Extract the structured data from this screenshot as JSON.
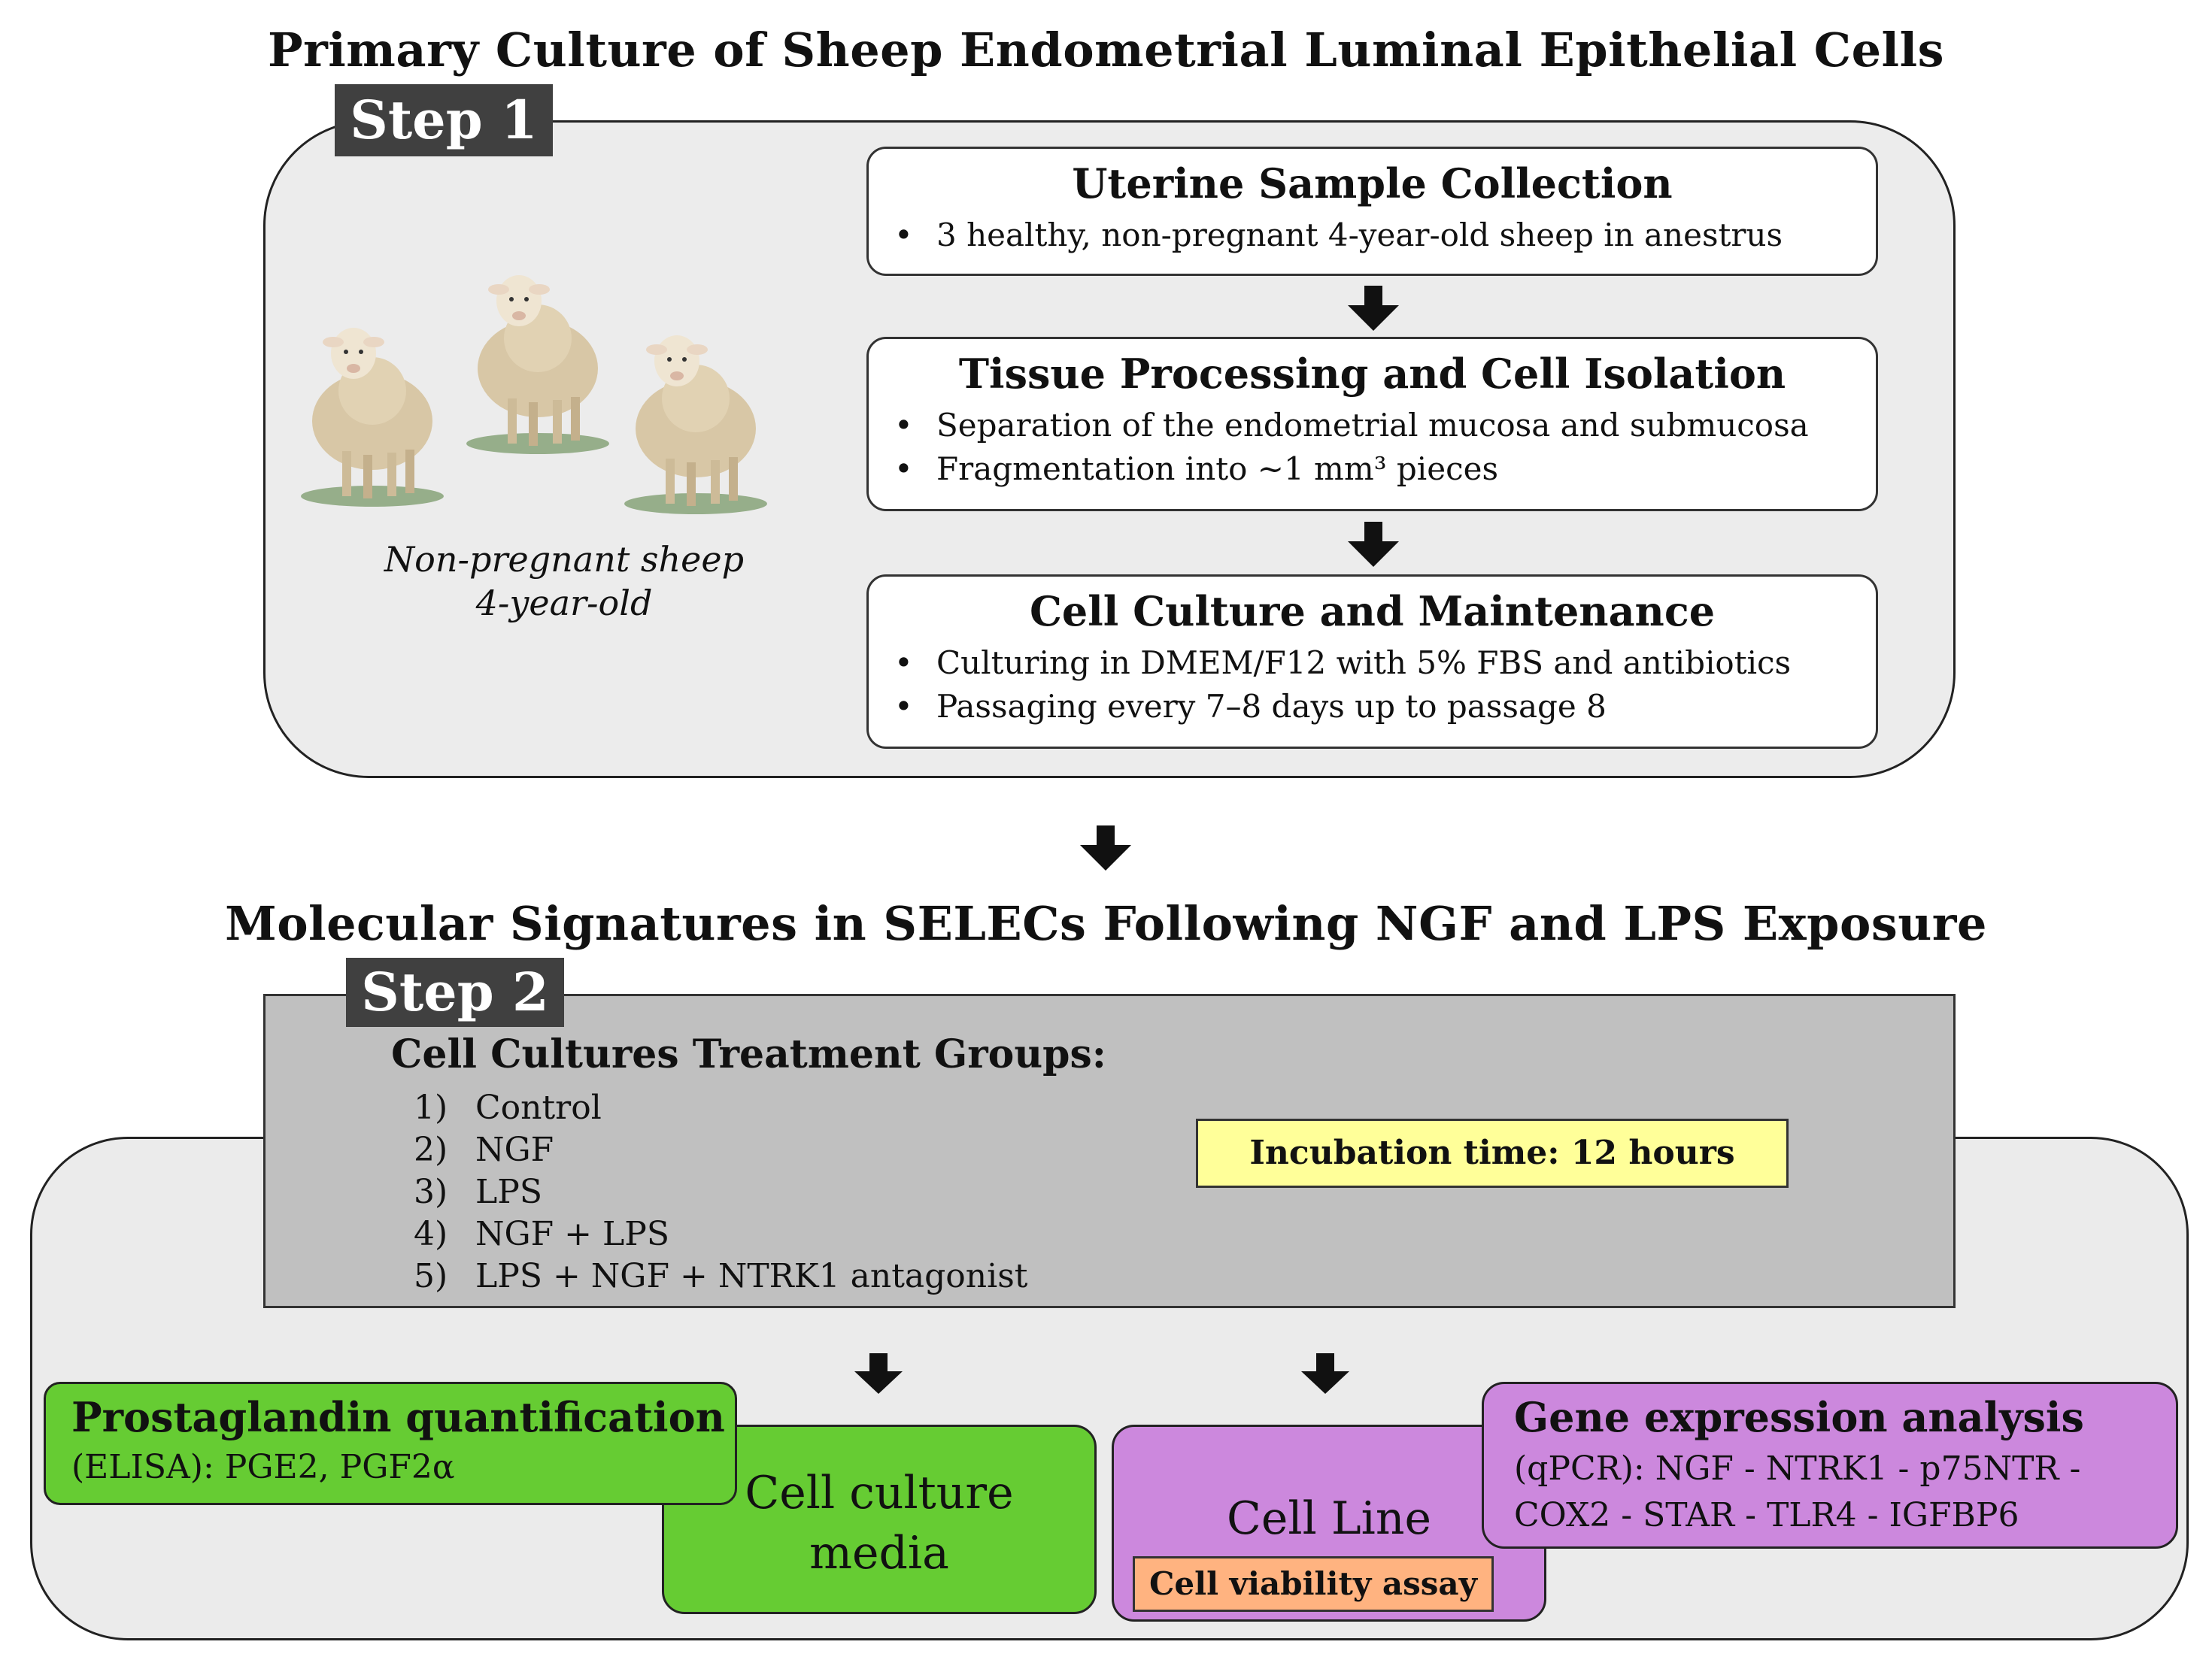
{
  "step1": {
    "title": "Primary Culture of Sheep Endometrial Luminal Epithelial Cells",
    "tag": "Step 1",
    "image_caption": [
      "Non-pregnant sheep",
      "4-year-old"
    ],
    "boxes": [
      {
        "title": "Uterine Sample Collection",
        "bullets": [
          "3 healthy, non-pregnant 4-year-old sheep in anestrus"
        ]
      },
      {
        "title": "Tissue Processing and Cell Isolation",
        "bullets": [
          "Separation of the endometrial mucosa and submucosa",
          "Fragmentation into ~1 mm³ pieces"
        ]
      },
      {
        "title": "Cell Culture and Maintenance",
        "bullets": [
          "Culturing in DMEM/F12 with 5% FBS and antibiotics",
          "Passaging every 7–8 days up to passage 8"
        ]
      }
    ]
  },
  "step2": {
    "title": "Molecular Signatures in SELECs Following NGF and LPS Exposure",
    "tag": "Step 2",
    "groups_title": "Cell Cultures Treatment Groups:",
    "groups": [
      {
        "num": "1)",
        "label": "Control"
      },
      {
        "num": "2)",
        "label": "NGF"
      },
      {
        "num": "3)",
        "label": "LPS"
      },
      {
        "num": "4)",
        "label": "NGF + LPS"
      },
      {
        "num": "5)",
        "label": "LPS + NGF + NTRK1 antagonist"
      }
    ],
    "incubation": "Incubation time: 12 hours",
    "prostaglandin": {
      "title": "Prostaglandin quantification",
      "text": "(ELISA): PGE2, PGF2α"
    },
    "media": [
      "Cell culture",
      "media"
    ],
    "cell_line": "Cell Line",
    "viability": "Cell viability assay",
    "gene": {
      "title": "Gene expression analysis",
      "lines": [
        "(qPCR): NGF - NTRK1 - p75NTR -",
        "COX2 - STAR - TLR4 - IGFBP6"
      ]
    }
  },
  "colors": {
    "green": "#66cc33",
    "purple": "#cc88dd",
    "yellow": "#ffff99",
    "orange": "#ffb380",
    "tag": "#404040"
  },
  "icons": [
    "sheep-icon",
    "down-arrow-icon"
  ]
}
